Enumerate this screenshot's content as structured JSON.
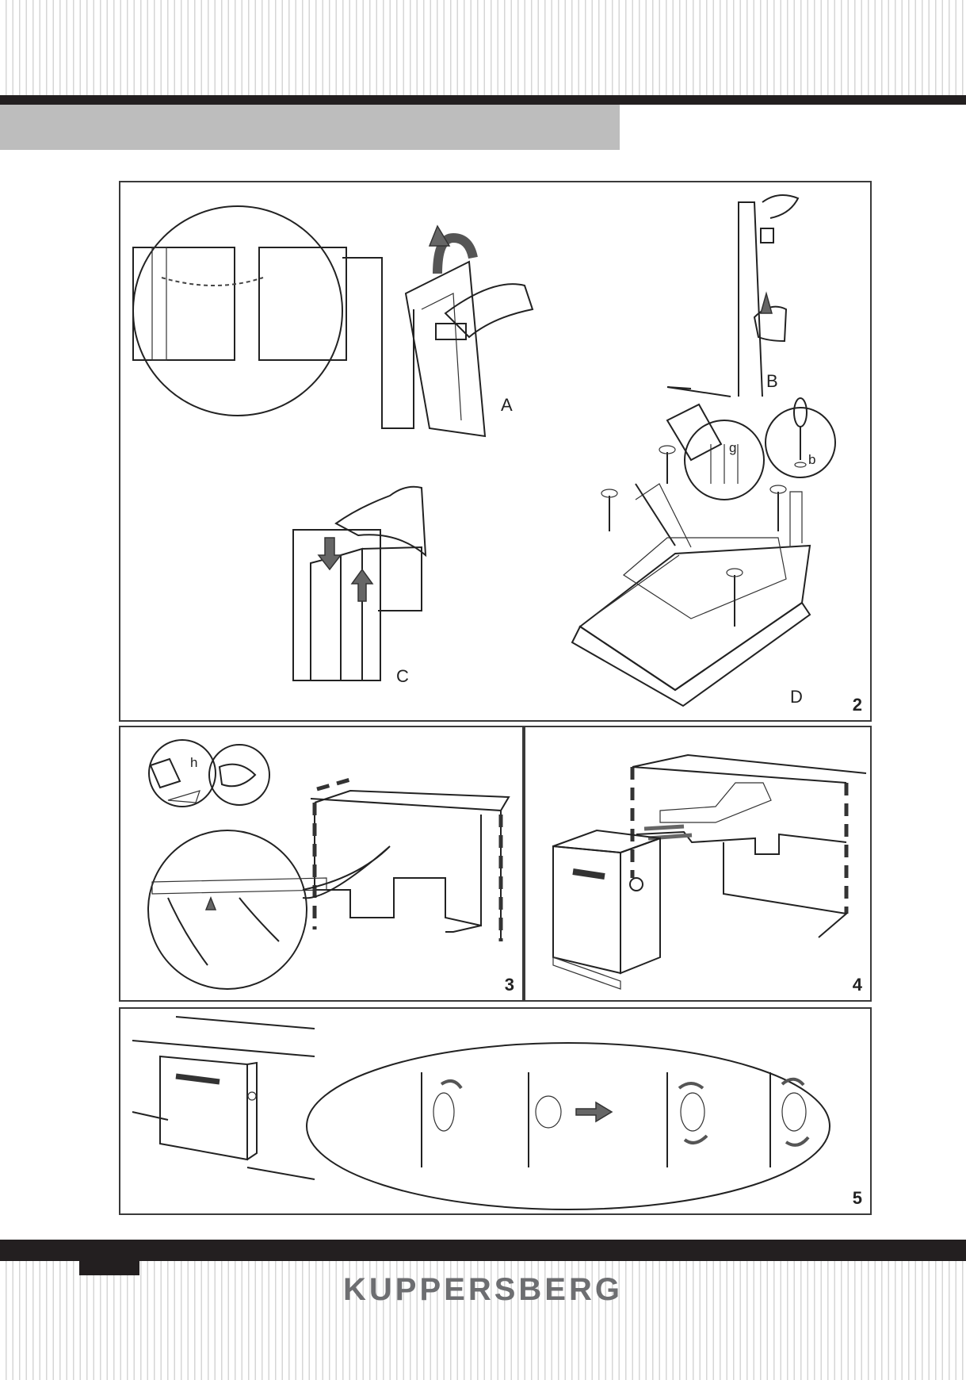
{
  "brand": "KUPPERSBERG",
  "figure2": {
    "number": "2",
    "steps": [
      "A",
      "B",
      "C",
      "D"
    ],
    "parts": [
      "g",
      "b"
    ]
  },
  "figure3": {
    "number": "3",
    "parts": [
      "h"
    ]
  },
  "figure4": {
    "number": "4"
  },
  "figure5": {
    "number": "5"
  },
  "icons": {
    "hand": "hand-icon",
    "rotate": "rotate-arrow-icon",
    "screw": "screw-icon",
    "screwdriver": "screwdriver-icon"
  },
  "colors": {
    "accent_dark": "#231f20",
    "header_gray": "#bdbdbd",
    "brand_gray": "#6d6e71"
  }
}
